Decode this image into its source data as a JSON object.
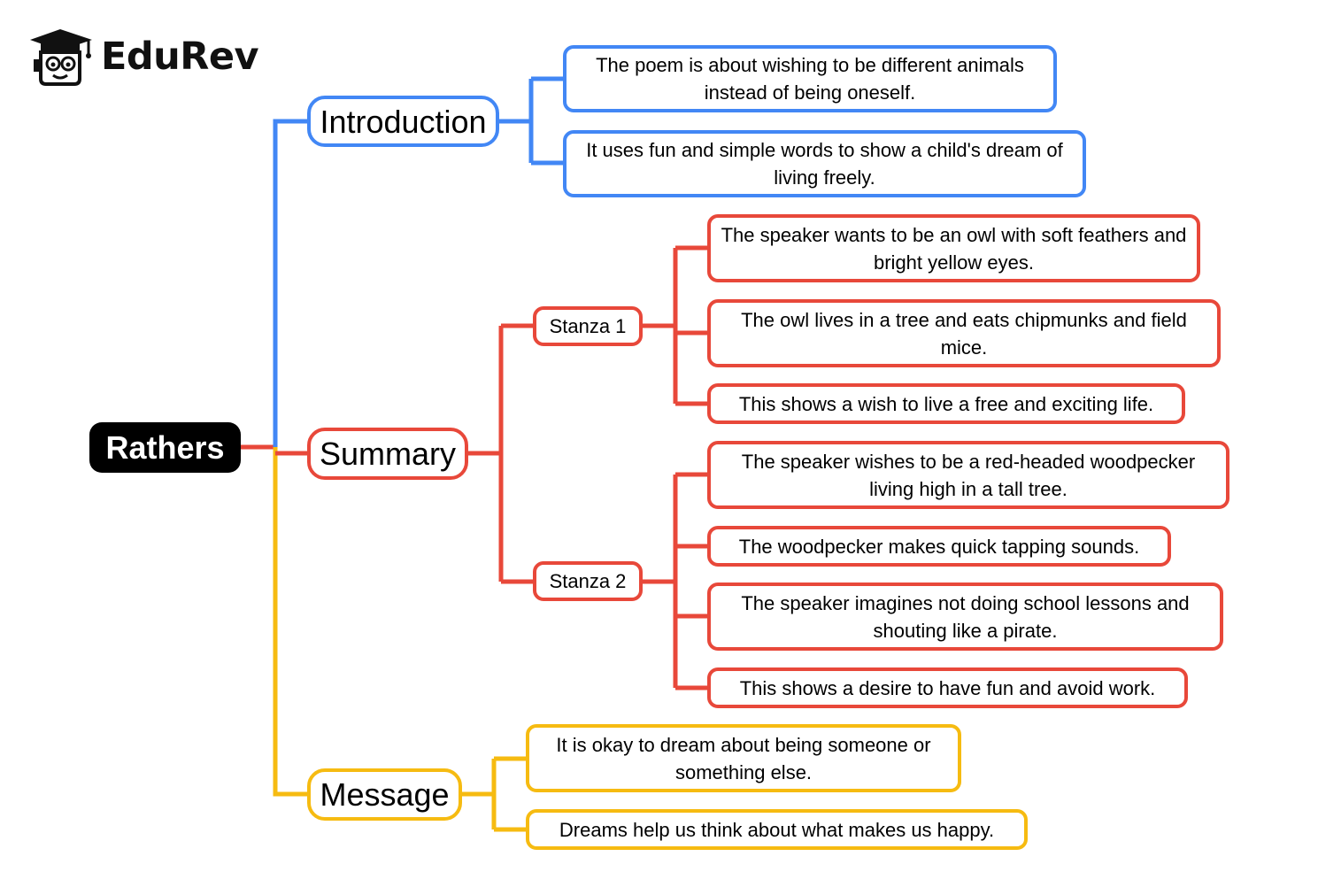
{
  "brand": {
    "name": "EduRev",
    "icon": "graduation-cap-mascot-icon"
  },
  "colors": {
    "intro": "#4287f5",
    "summary": "#e8483a",
    "message": "#f6bb11",
    "root_bg": "#000000"
  },
  "root": "Rathers",
  "introduction": {
    "label": "Introduction",
    "items": [
      "The poem is about wishing to be different animals instead of being oneself.",
      "It uses fun and simple words to show a child's dream of living freely."
    ]
  },
  "summary": {
    "label": "Summary",
    "stanza1": {
      "label": "Stanza 1",
      "items": [
        "The speaker wants to be an owl with soft feathers and bright yellow eyes.",
        "The owl lives in a tree and eats chipmunks and field mice.",
        "This shows a wish to live a free and exciting life."
      ]
    },
    "stanza2": {
      "label": "Stanza 2",
      "items": [
        "The speaker wishes to be a red-headed woodpecker living high in a tall tree.",
        "The woodpecker makes quick tapping sounds.",
        "The speaker imagines not doing school lessons and shouting like a pirate.",
        "This shows a desire to have fun and avoid work."
      ]
    }
  },
  "message": {
    "label": "Message",
    "items": [
      "It is okay to dream about being someone or something else.",
      "Dreams help us think about what makes us happy."
    ]
  }
}
